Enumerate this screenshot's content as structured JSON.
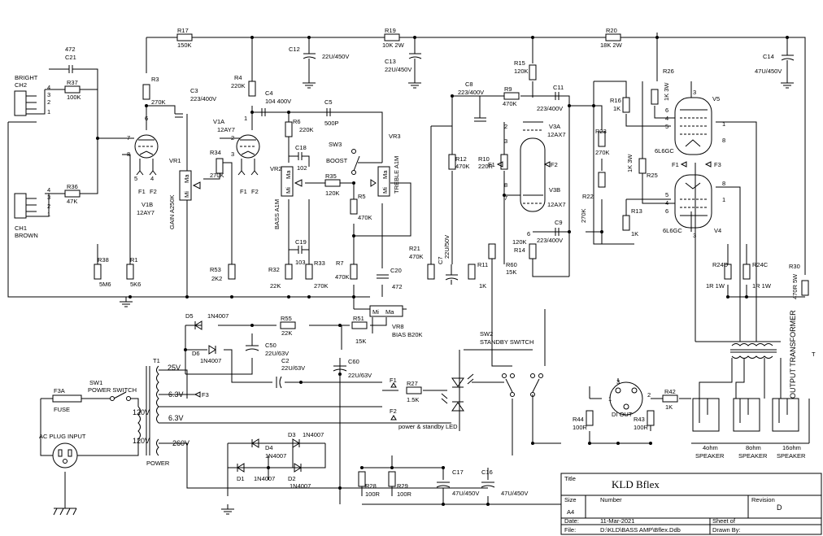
{
  "title_block": {
    "title_label": "Title",
    "title": "KLD Bflex",
    "size_label": "Size",
    "size": "A4",
    "number_label": "Number",
    "revision_label": "Revision",
    "revision": "D",
    "date_label": "Date:",
    "date": "11-Mar-2021",
    "sheet_label": "Sheet   of",
    "file_label": "File:",
    "file": "D:\\KLD\\BASS AMP\\Bflex.Ddb",
    "drawn_label": "Drawn By:"
  },
  "inputs": {
    "bright_1": "BRIGHT",
    "bright_2": "CH2",
    "brown_1": "CH1",
    "brown_2": "BROWN"
  },
  "resistors": {
    "R17": [
      "R17",
      "150K"
    ],
    "R19": [
      "R19",
      "10K 2W"
    ],
    "R20": [
      "R20",
      "18K 2W"
    ],
    "R3": [
      "R3",
      "270K"
    ],
    "R4": [
      "R4",
      "220K"
    ],
    "R37": [
      "R37",
      "100K"
    ],
    "R36": [
      "R36",
      "47K"
    ],
    "R38": [
      "R38",
      "5M6"
    ],
    "R1": [
      "R1",
      "5K6"
    ],
    "R34": [
      "R34",
      "270K"
    ],
    "R53": [
      "R53",
      "2K2"
    ],
    "R6": [
      "R6",
      "220K"
    ],
    "R35": [
      "R35",
      "120K"
    ],
    "R5": [
      "R5",
      "470K"
    ],
    "R32": [
      "R32",
      "22K"
    ],
    "R33": [
      "R33",
      "270K"
    ],
    "R7": [
      "R7",
      "470K"
    ],
    "R15": [
      "R15",
      "120K"
    ],
    "R9": [
      "R9",
      "470K"
    ],
    "R12": [
      "R12",
      "470K"
    ],
    "R10": [
      "R10",
      "220R"
    ],
    "R21": [
      "R21",
      "470K"
    ],
    "R11": [
      "R11",
      "1K"
    ],
    "R60": [
      "R60",
      "15K"
    ],
    "R14": [
      "R14",
      "120K"
    ],
    "R23": [
      "R23",
      "270K"
    ],
    "R22": [
      "R22",
      "270K"
    ],
    "R16": [
      "R16",
      "1K"
    ],
    "R26": [
      "R26",
      "1K 3W"
    ],
    "R25": [
      "R25",
      "1K 3W"
    ],
    "R13": [
      "R13",
      "1K"
    ],
    "R24D": [
      "R24D",
      "1R 1W"
    ],
    "R24C": [
      "R24C",
      "1R 1W"
    ],
    "R30": [
      "R30",
      "470R 5W"
    ],
    "R55": [
      "R55",
      "22K"
    ],
    "R51": [
      "R51",
      "15K"
    ],
    "R27": [
      "R27",
      "1.5K"
    ],
    "R28": [
      "R28",
      "100R"
    ],
    "R29": [
      "R29",
      "100R"
    ],
    "R44": [
      "R44",
      "100R"
    ],
    "R43": [
      "R43",
      "100R"
    ],
    "R42": [
      "R42",
      "1K"
    ]
  },
  "capacitors": {
    "C21": [
      "C21",
      "472"
    ],
    "C3": [
      "C3",
      "223/400V"
    ],
    "C12": [
      "C12",
      "22U/450V"
    ],
    "C13": [
      "C13",
      "22U/450V"
    ],
    "C14": [
      "C14",
      "47U/450V"
    ],
    "C4": [
      "C4",
      "104 400V"
    ],
    "C5": [
      "C5",
      "500P"
    ],
    "C18": [
      "C18",
      "102"
    ],
    "C19": [
      "C19",
      "103"
    ],
    "C20": [
      "C20",
      "472"
    ],
    "C8": [
      "C8",
      "223/400V"
    ],
    "C11": [
      "C11",
      "223/400V"
    ],
    "C9": [
      "C9",
      "223/400V"
    ],
    "C7": [
      "C7",
      "22U/50V"
    ],
    "C50": [
      "C50",
      "22U/63V"
    ],
    "C2": [
      "C2",
      "22U/63V"
    ],
    "C60": [
      "C60",
      "22U/63V"
    ],
    "C17": [
      "C17",
      "47U/450V"
    ],
    "C16": [
      "C16",
      "47U/450V"
    ]
  },
  "tubes": {
    "v1a": [
      "V1A",
      "12AY7"
    ],
    "v1b": [
      "V1B",
      "12AY7"
    ],
    "v3a": [
      "V3A",
      "12AX7"
    ],
    "v3b": [
      "V3B",
      "12AX7"
    ],
    "v5": [
      "V5",
      "6L6GC"
    ],
    "v4": [
      "V4",
      "6L6GC"
    ]
  },
  "pots": {
    "vr1": "VR1",
    "gain": "GAIN A250K",
    "vr2": "VR2",
    "bass": "BASS A1M",
    "vr3": "VR3",
    "treble": "TREBLE A1M",
    "vr8": "VR8",
    "bias": "BIAS B20K",
    "mi": "Mi",
    "ma": "Ma"
  },
  "diodes": {
    "D5": [
      "D5",
      "1N4007"
    ],
    "D6": [
      "D6",
      "1N4007"
    ],
    "D3": [
      "D3",
      "1N4007"
    ],
    "D4": [
      "D4",
      "1N4007"
    ],
    "D1": [
      "D1",
      "1N4007"
    ],
    "D2": [
      "D2",
      "1N4007"
    ]
  },
  "switches": {
    "sw1": "SW1",
    "sw1_name": "POWER SWITCH",
    "sw2": "SW2",
    "sw2_name": "STANDBY SWITCH",
    "sw3": "SW3",
    "sw3_name": "BOOST"
  },
  "power": {
    "f3a": "F3A",
    "fuse": "FUSE",
    "ac_input": "AC PLUG INPUT",
    "t1": "T1",
    "power_label": "POWER",
    "v120a": "120V",
    "v120b": "120V",
    "v25": "25V",
    "v63a": "6.3V",
    "v63b": "6.3V",
    "v260": "260V",
    "led": "power & standby LED",
    "output_transformer": "OUTPUT TRANSFORMER",
    "t": "T"
  },
  "nets": {
    "F1": "F1",
    "F2": "F2",
    "F3": "F3"
  },
  "di": {
    "label": "DI OUT"
  },
  "speakers": {
    "s4": [
      "4ohm",
      "SPEAKER"
    ],
    "s8": [
      "8ohm",
      "SPEAKER"
    ],
    "s16": [
      "16ohm",
      "SPEAKER"
    ]
  }
}
